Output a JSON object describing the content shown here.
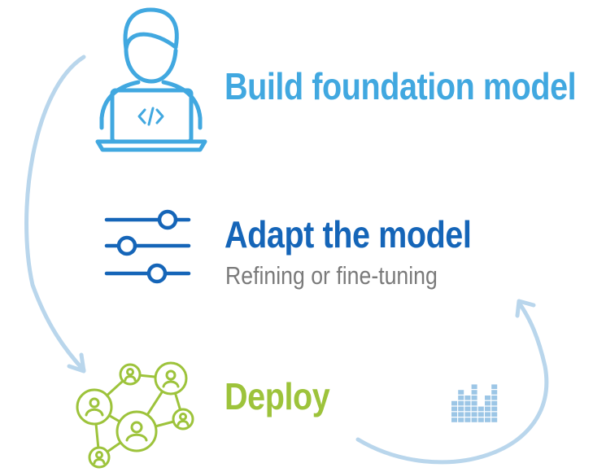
{
  "steps": [
    {
      "title": "Build foundation model",
      "icon": "developer-laptop-icon",
      "color": "#41a8e0"
    },
    {
      "title": "Adapt the model",
      "subtitle": "Refining or fine-tuning",
      "icon": "sliders-icon",
      "color": "#1565b8"
    },
    {
      "title": "Deploy",
      "icon": "people-network-icon",
      "color": "#9dc33b"
    }
  ],
  "feedback_icon": "bar-chart-data-icon",
  "arrows": {
    "color": "#b9d6ec",
    "flow": [
      "build-to-deploy",
      "deploy-to-adapt"
    ]
  },
  "subtitle_color": "#7a7a7a"
}
